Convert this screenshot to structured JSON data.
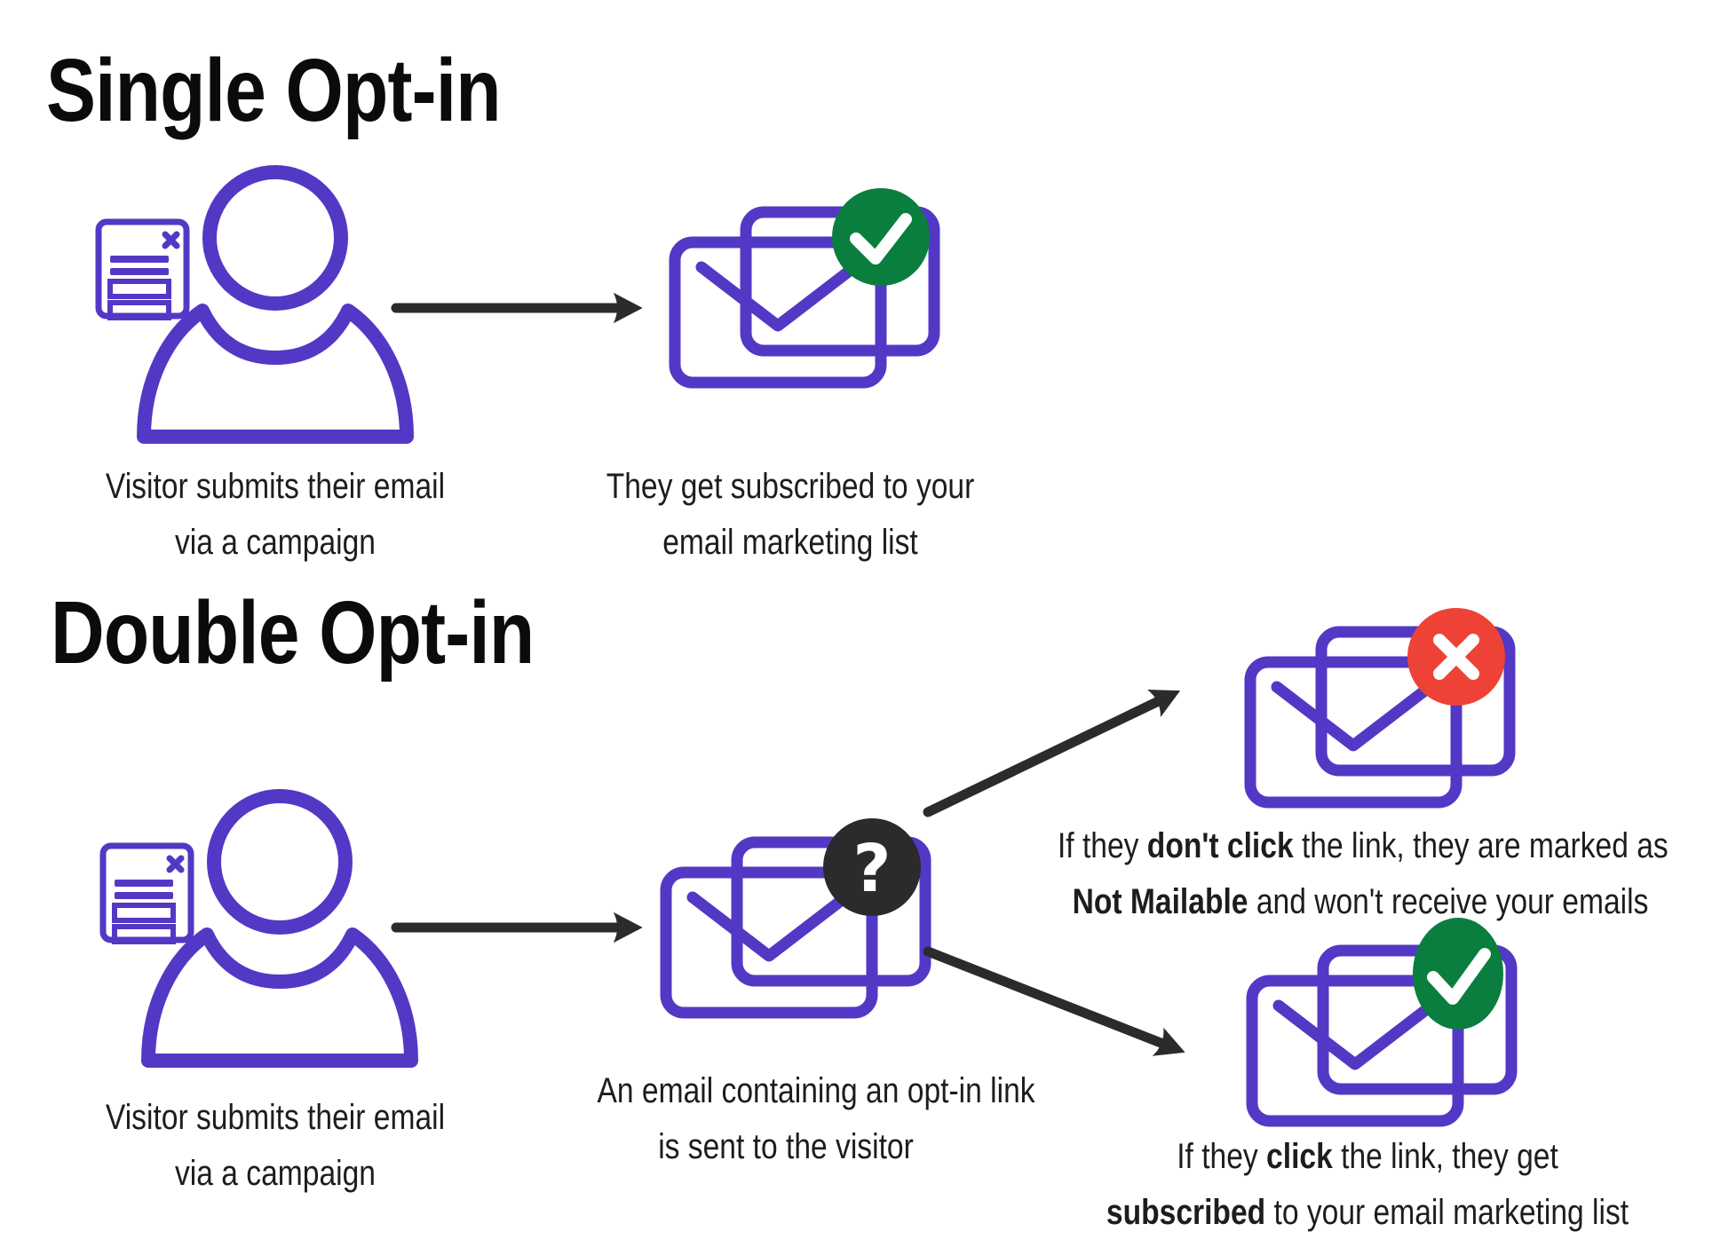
{
  "colors": {
    "purple": "#5338C6",
    "ink": "#2B2B2B",
    "green": "#0A7E3E",
    "red": "#EE4237",
    "text": "#1D1D1D",
    "title": "#0B0B0B",
    "background": "#FFFFFF"
  },
  "single": {
    "title": "Single Opt-in",
    "visitor_caption": {
      "line1": "Visitor submits their email",
      "line2": "via a campaign"
    },
    "result_caption": {
      "line1": "They get subscribed to your",
      "line2": "email marketing list"
    }
  },
  "double": {
    "title": "Double Opt-in",
    "visitor_caption": {
      "line1": "Visitor submits their email",
      "line2": "via a campaign"
    },
    "email_caption": {
      "line1": "An email containing an opt-in link",
      "line2": "is sent to the visitor"
    },
    "no_click_caption": {
      "line1_pre": "If they ",
      "line1_bold": "don't click",
      "line1_post": " the link, they are marked as",
      "line2_bold": "Not Mailable",
      "line2_post": " and won't receive your emails"
    },
    "click_caption": {
      "line1_pre": "If they ",
      "line1_bold": "click",
      "line1_post": " the link, they get",
      "line2_bold": "subscribed",
      "line2_post": " to your email marketing list"
    }
  },
  "icons": {
    "question_glyph": "?"
  }
}
